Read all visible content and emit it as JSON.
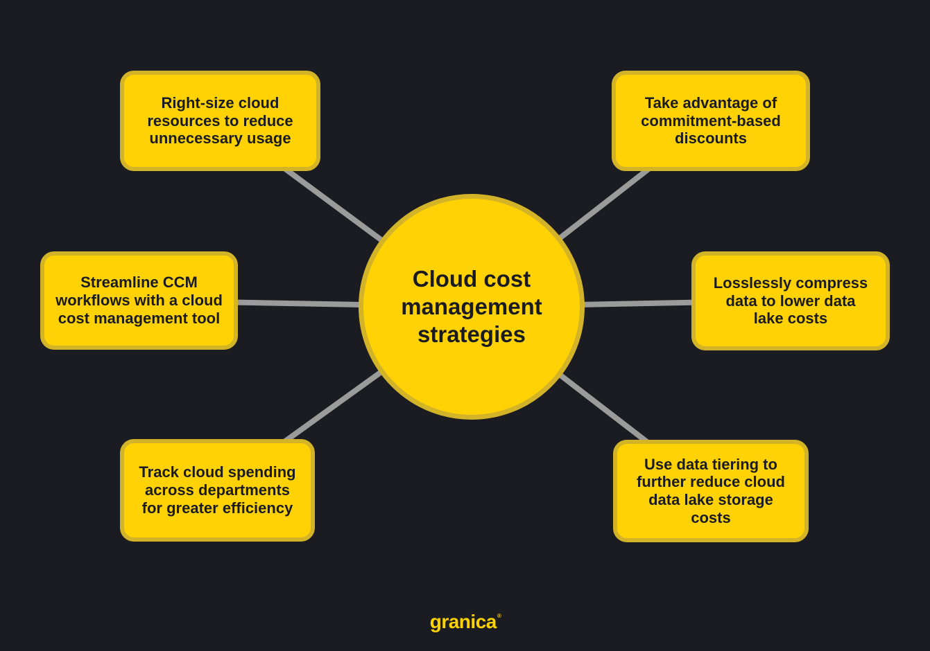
{
  "title": "Cloud cost management strategies infographic",
  "colors": {
    "background": "#1a1c22",
    "node_fill": "#ffd206",
    "node_border": "#d3b327",
    "connector": "#9b9b9b",
    "text": "#1a1b1f",
    "logo": "#ffd206"
  },
  "center": {
    "label": "Cloud cost\nmanagement\nstrategies"
  },
  "nodes": [
    {
      "id": "right-size",
      "position": "top-left",
      "label": "Right-size cloud\nresources to reduce\nunnecessary usage"
    },
    {
      "id": "commitment-discounts",
      "position": "top-right",
      "label": "Take advantage of\ncommitment-based\ndiscounts"
    },
    {
      "id": "streamline-ccm",
      "position": "middle-left",
      "label": "Streamline CCM\nworkflows with a cloud\ncost management tool"
    },
    {
      "id": "lossless-compress",
      "position": "middle-right",
      "label": "Losslessly compress\ndata to lower data\nlake costs"
    },
    {
      "id": "track-spending",
      "position": "bottom-left",
      "label": "Track cloud spending\nacross departments\nfor greater efficiency"
    },
    {
      "id": "data-tiering",
      "position": "bottom-right",
      "label": "Use data tiering to\nfurther reduce cloud\ndata lake storage\ncosts"
    }
  ],
  "logo": {
    "text": "granica",
    "mark": "®"
  }
}
